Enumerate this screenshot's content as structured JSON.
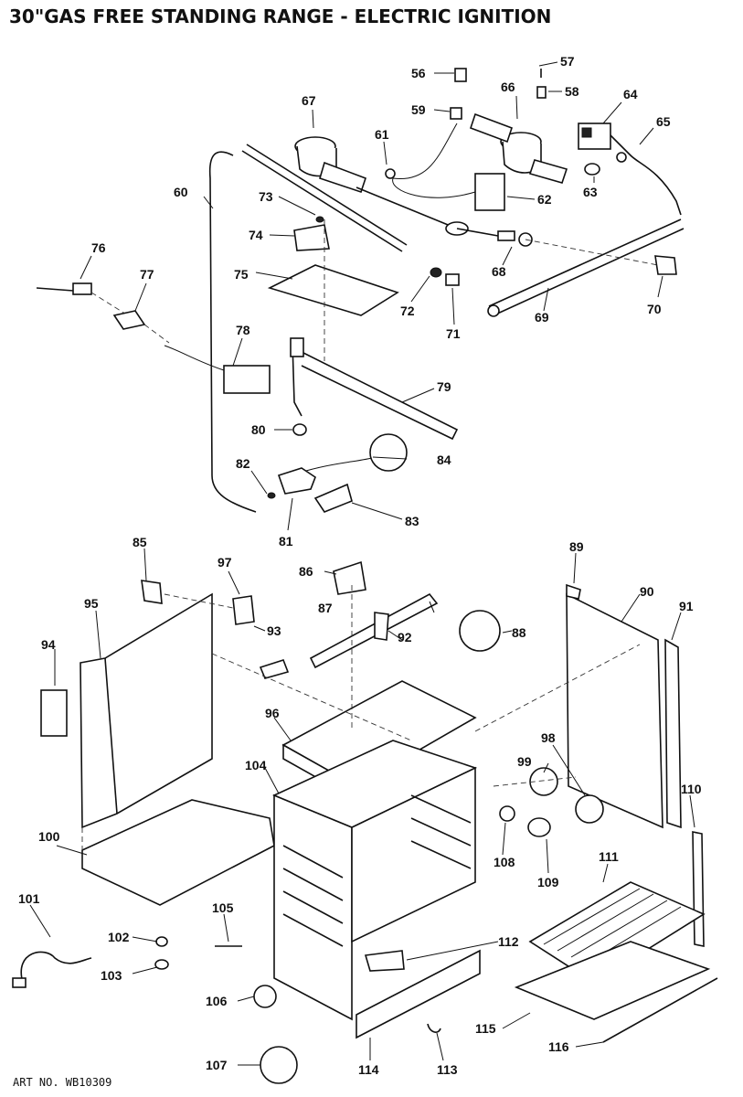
{
  "title": "30\"GAS FREE STANDING RANGE - ELECTRIC IGNITION",
  "art_no": "ART NO. WB10309",
  "labels": [
    "57",
    "56",
    "58",
    "66",
    "64",
    "67",
    "59",
    "65",
    "61",
    "62",
    "63",
    "60",
    "73",
    "74",
    "76",
    "68",
    "77",
    "72",
    "71",
    "69",
    "70",
    "75",
    "78",
    "79",
    "80",
    "84",
    "82",
    "83",
    "81",
    "85",
    "86",
    "89",
    "97",
    "90",
    "95",
    "87",
    "91",
    "88",
    "93",
    "92",
    "94",
    "96",
    "98",
    "99",
    "104",
    "110",
    "108",
    "109",
    "100",
    "111",
    "101",
    "105",
    "112",
    "102",
    "103",
    "106",
    "115",
    "116",
    "107",
    "114",
    "113"
  ]
}
